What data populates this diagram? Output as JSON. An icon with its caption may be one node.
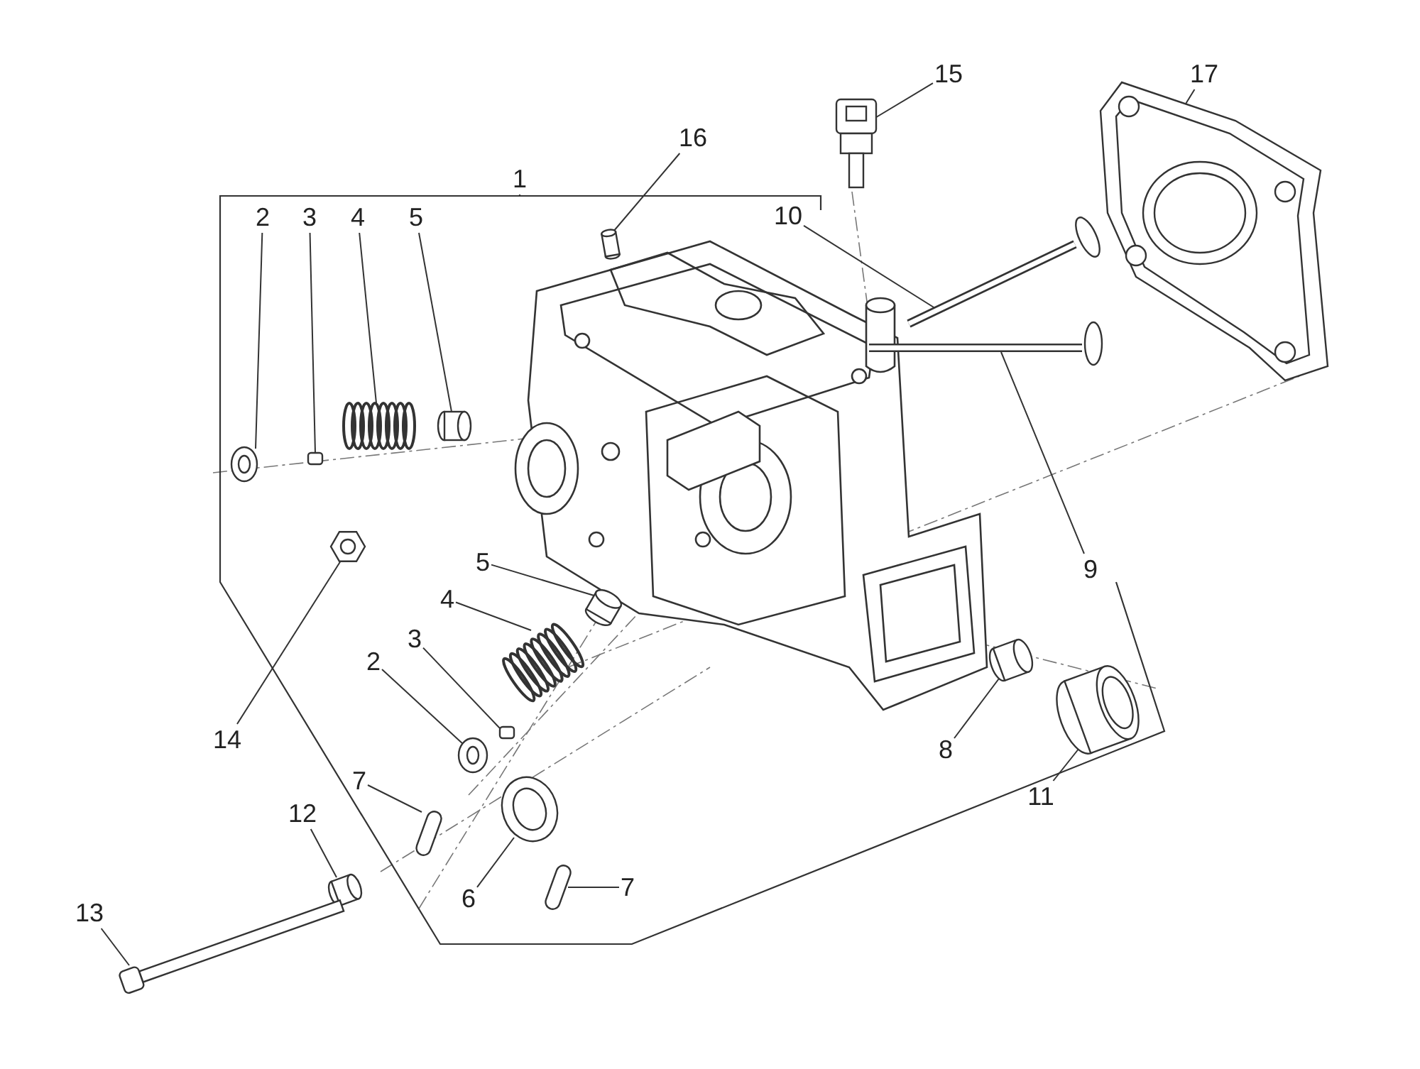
{
  "diagram": {
    "nodes": [
      {
        "text": [
          "16"
        ]
      },
      {
        "text": [
          "15"
        ]
      },
      {
        "text": [
          "17"
        ]
      },
      {
        "text": [
          "2"
        ]
      },
      {
        "text": [
          "3"
        ]
      },
      {
        "text": [
          "4"
        ]
      },
      {
        "text": [
          "5"
        ]
      },
      {
        "text": [
          "10"
        ]
      },
      {
        "text": [
          "14"
        ]
      },
      {
        "text": [
          "5"
        ]
      },
      {
        "text": [
          "4"
        ]
      },
      {
        "text": [
          "9"
        ]
      },
      {
        "text": [
          "3"
        ]
      },
      {
        "text": [
          "2"
        ]
      },
      {
        "text": [
          "8"
        ]
      },
      {
        "text": [
          "11"
        ]
      },
      {
        "text": [
          "7"
        ]
      },
      {
        "text": [
          "12"
        ]
      },
      {
        "text": [
          "13"
        ]
      },
      {
        "text": [
          "6"
        ]
      },
      {
        "text": [
          "7"
        ]
      },
      {
        "text": [],
        "shape": "cylinder"
      },
      {
        "text": [],
        "shape": "picture"
      },
      {
        "text": [],
        "shape": "picture"
      },
      {
        "text": [],
        "shape": "picture"
      },
      {
        "text": [],
        "shape": "box"
      },
      {
        "text": [],
        "shape": "picture"
      },
      {
        "text": [],
        "shape": "cylinder"
      },
      {
        "text": [],
        "shape": "picture"
      },
      {
        "text": [],
        "shape": "picture"
      },
      {
        "text": [],
        "shape": "picture"
      },
      {
        "text": [],
        "shape": "picture"
      },
      {
        "text": [],
        "shape": "picture"
      },
      {
        "text": [],
        "shape": "box"
      },
      {
        "text": [],
        "shape": "picture"
      },
      {
        "text": [],
        "shape": "picture"
      },
      {
        "text": [],
        "shape": "picture"
      },
      {
        "text": [],
        "shape": "bar"
      },
      {
        "text": [],
        "shape": "picture"
      },
      {
        "text": [],
        "shape": "bar"
      },
      {
        "text": [],
        "shape": "picture"
      },
      {
        "text": [],
        "shape": "bar"
      }
    ],
    "edges": [
      {
        "from": 0,
        "to": 21,
        "arrow": "none"
      },
      {
        "from": 1,
        "to": 22,
        "arrow": "none"
      },
      {
        "from": 2,
        "to": 23,
        "arrow": "none"
      },
      {
        "from": 3,
        "to": 24,
        "arrow": "none"
      },
      {
        "from": 4,
        "to": 25,
        "arrow": "none"
      },
      {
        "from": 5,
        "to": 26,
        "arrow": "none"
      },
      {
        "from": 6,
        "to": 27,
        "arrow": "none"
      },
      {
        "from": 7,
        "to": 28,
        "arrow": "none"
      },
      {
        "from": 8,
        "to": 30,
        "arrow": "none"
      },
      {
        "from": 9,
        "to": 31,
        "arrow": "none"
      },
      {
        "from": 10,
        "to": 32,
        "arrow": "none"
      },
      {
        "from": 11,
        "to": 29,
        "arrow": "none"
      },
      {
        "from": 12,
        "to": 33,
        "arrow": "none"
      },
      {
        "from": 13,
        "to": 34,
        "arrow": "none"
      },
      {
        "from": 14,
        "to": 35,
        "arrow": "none"
      },
      {
        "from": 15,
        "to": 36,
        "arrow": "none"
      },
      {
        "from": 16,
        "to": 37,
        "arrow": "none"
      },
      {
        "from": 17,
        "to": 38,
        "arrow": "none"
      },
      {
        "from": 18,
        "to": 39,
        "arrow": "none"
      },
      {
        "from": 19,
        "to": 40,
        "arrow": "none"
      },
      {
        "from": 20,
        "to": 41,
        "arrow": "none"
      }
    ],
    "labels": [
      "1"
    ]
  }
}
